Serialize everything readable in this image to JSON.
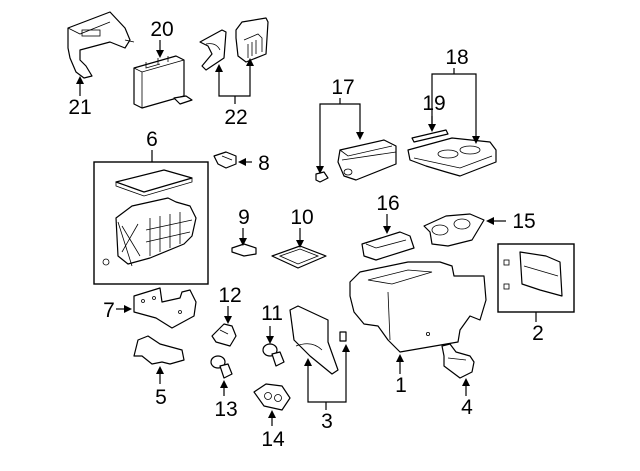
{
  "diagram": {
    "title": "Console assembly exploded parts view",
    "callouts": [
      {
        "id": "1",
        "label": "1"
      },
      {
        "id": "2",
        "label": "2"
      },
      {
        "id": "3",
        "label": "3"
      },
      {
        "id": "4",
        "label": "4"
      },
      {
        "id": "5",
        "label": "5"
      },
      {
        "id": "6",
        "label": "6"
      },
      {
        "id": "7",
        "label": "7"
      },
      {
        "id": "8",
        "label": "8"
      },
      {
        "id": "9",
        "label": "9"
      },
      {
        "id": "10",
        "label": "10"
      },
      {
        "id": "11",
        "label": "11"
      },
      {
        "id": "12",
        "label": "12"
      },
      {
        "id": "13",
        "label": "13"
      },
      {
        "id": "14",
        "label": "14"
      },
      {
        "id": "15",
        "label": "15"
      },
      {
        "id": "16",
        "label": "16"
      },
      {
        "id": "17",
        "label": "17"
      },
      {
        "id": "18",
        "label": "18"
      },
      {
        "id": "19",
        "label": "19"
      },
      {
        "id": "20",
        "label": "20"
      },
      {
        "id": "21",
        "label": "21"
      },
      {
        "id": "22",
        "label": "22"
      }
    ],
    "parts": [
      {
        "callout": "1",
        "name": "console-body"
      },
      {
        "callout": "2",
        "name": "rear-panel-kit"
      },
      {
        "callout": "3",
        "name": "side-trim-and-clip"
      },
      {
        "callout": "4",
        "name": "bracket"
      },
      {
        "callout": "5",
        "name": "lower-bracket"
      },
      {
        "callout": "6",
        "name": "storage-bin-kit"
      },
      {
        "callout": "7",
        "name": "mounting-bracket"
      },
      {
        "callout": "8",
        "name": "latch"
      },
      {
        "callout": "9",
        "name": "pad"
      },
      {
        "callout": "10",
        "name": "mat"
      },
      {
        "callout": "11",
        "name": "knob"
      },
      {
        "callout": "12",
        "name": "switch"
      },
      {
        "callout": "13",
        "name": "knob"
      },
      {
        "callout": "14",
        "name": "outlet-panel"
      },
      {
        "callout": "15",
        "name": "cup-holder"
      },
      {
        "callout": "16",
        "name": "lid"
      },
      {
        "callout": "17",
        "name": "compartment-and-pin"
      },
      {
        "callout": "18",
        "name": "top-panel"
      },
      {
        "callout": "19",
        "name": "strip"
      },
      {
        "callout": "20",
        "name": "module"
      },
      {
        "callout": "21",
        "name": "shield"
      },
      {
        "callout": "22",
        "name": "covers"
      }
    ]
  }
}
